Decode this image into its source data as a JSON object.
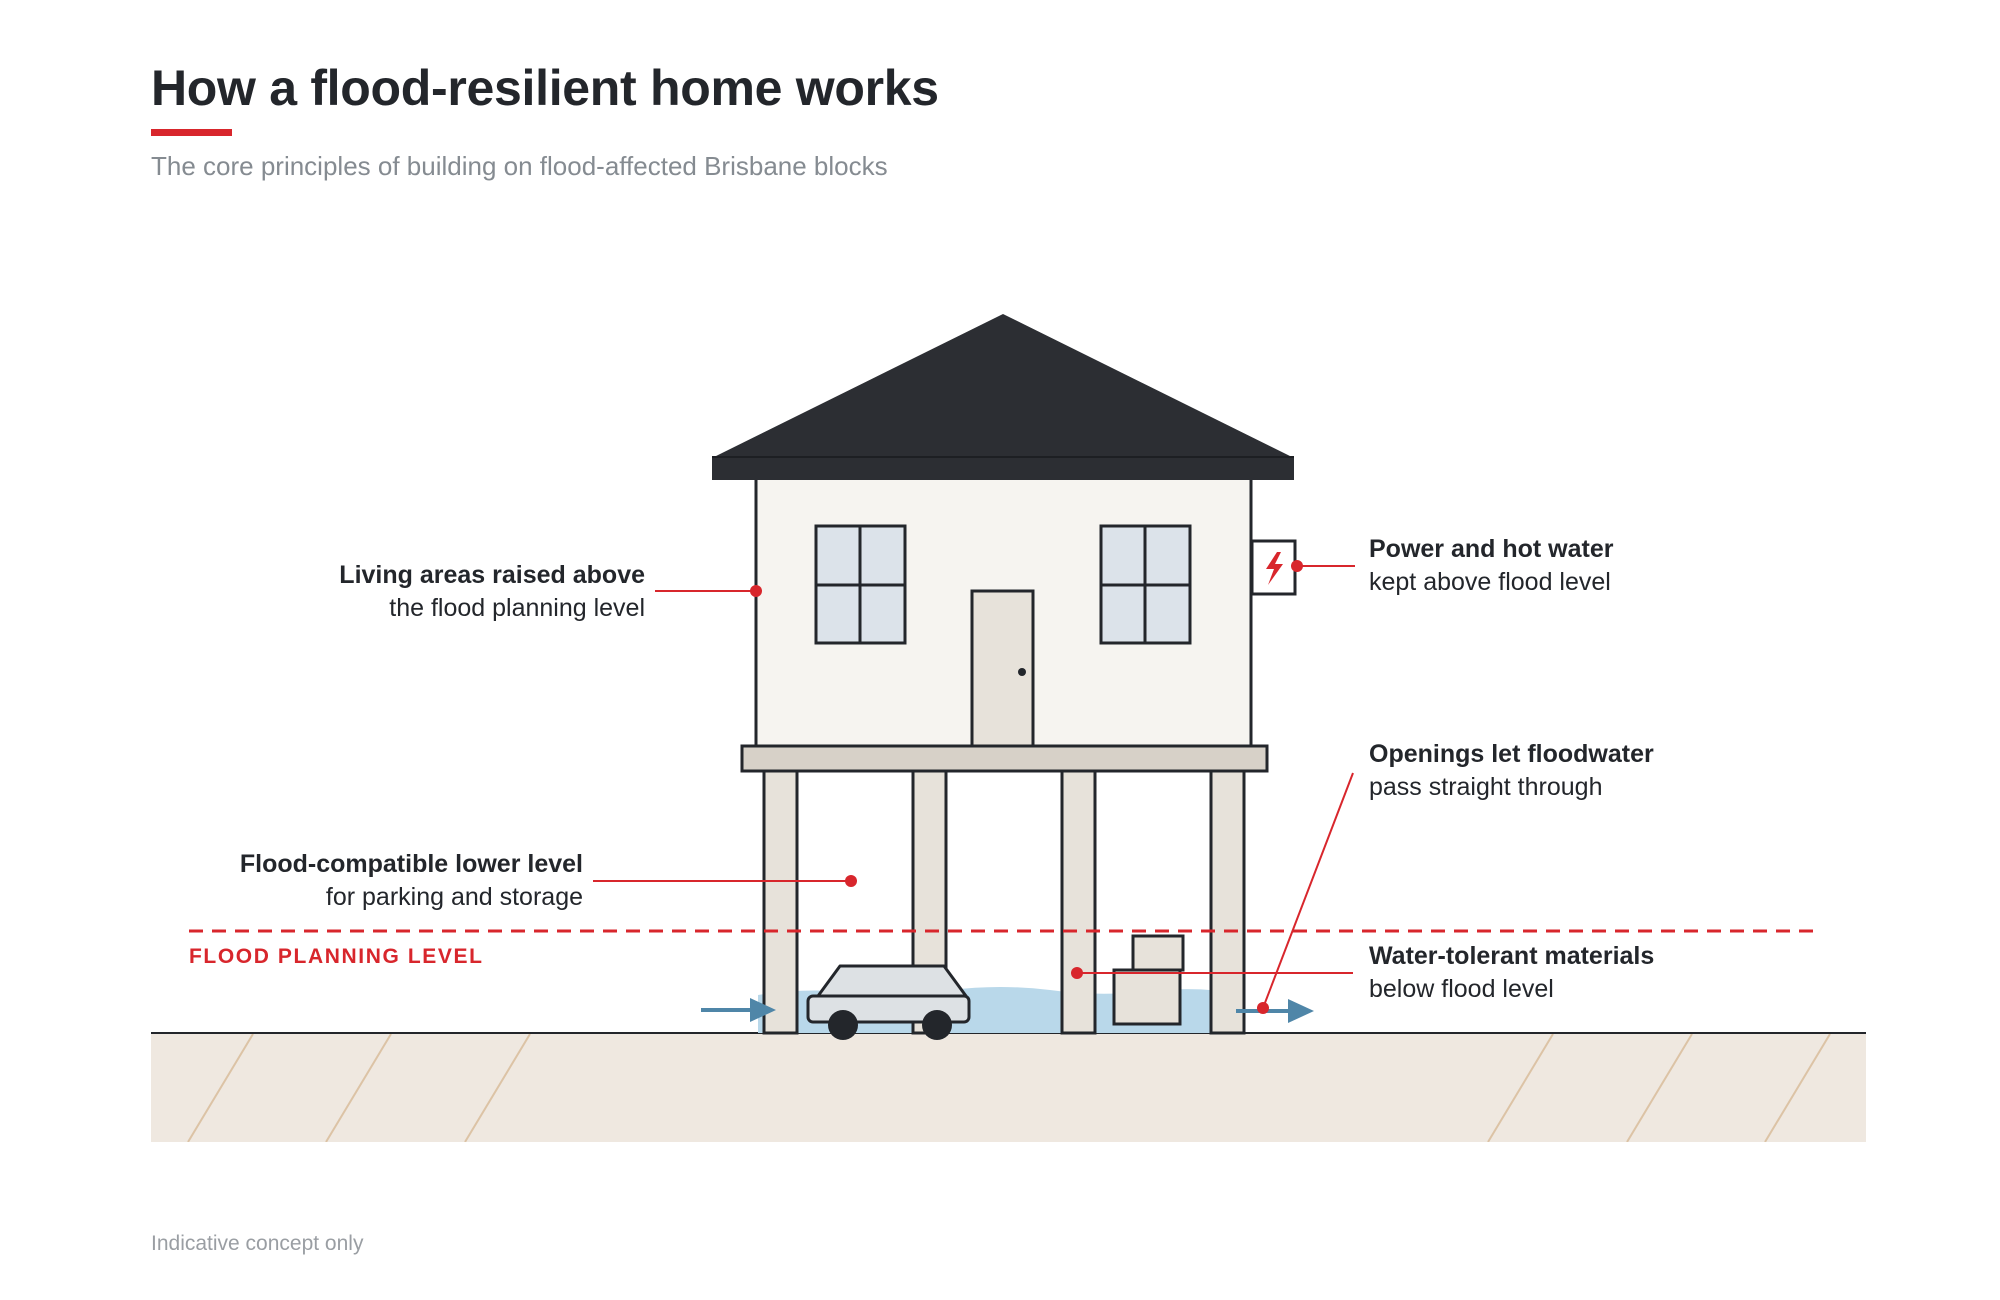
{
  "header": {
    "title": "How a flood-resilient home works",
    "subtitle": "The core principles of building on flood-affected Brisbane blocks"
  },
  "annotations": {
    "living": {
      "line1": "Living areas raised above",
      "line2": "the flood planning level"
    },
    "power": {
      "line1": "Power and hot water",
      "line2": "kept above flood level"
    },
    "openings": {
      "line1": "Openings let floodwater",
      "line2": "pass straight through"
    },
    "lower": {
      "line1": "Flood-compatible lower level",
      "line2": "for parking and storage"
    },
    "materials": {
      "line1": "Water-tolerant materials",
      "line2": "below flood level"
    }
  },
  "flood_level_label": "FLOOD PLANNING LEVEL",
  "footer": {
    "note": "Indicative concept only"
  },
  "icons": [
    "lightning-bolt-icon",
    "water-flow-arrow-icon",
    "car-icon"
  ],
  "colors": {
    "accent_red": "#d8262c",
    "roof": "#2c2e33",
    "wall": "#f6f4f0",
    "window": "#dce3ea",
    "water": "#b9d8ea",
    "ground": "#efe8e0",
    "arrow_blue": "#4f86a8"
  }
}
